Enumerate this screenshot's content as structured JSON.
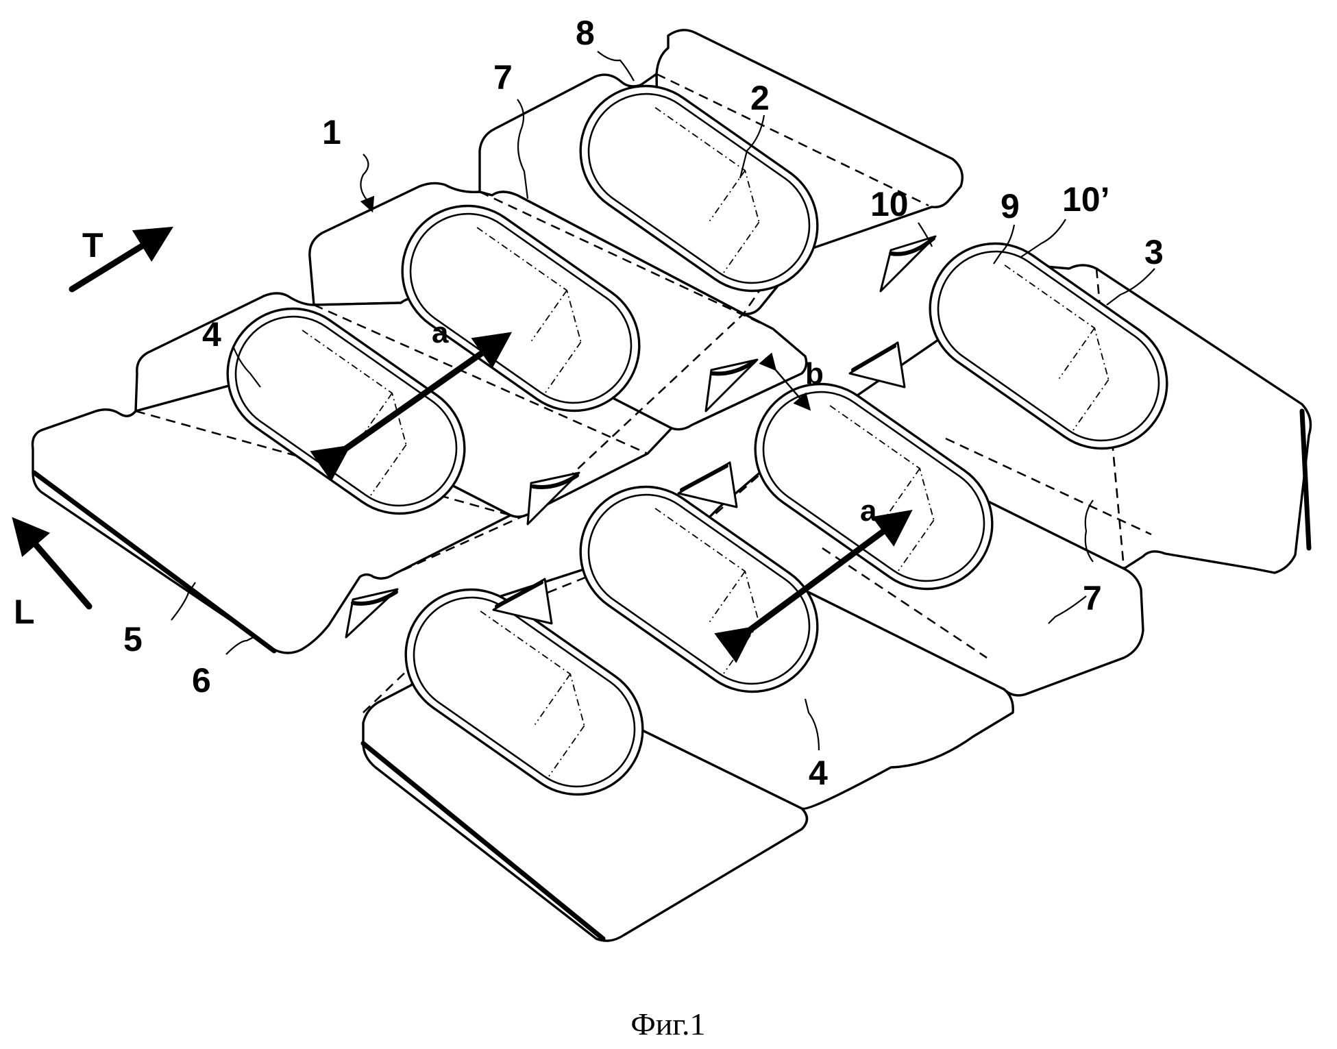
{
  "labels": {
    "ref_1": "1",
    "ref_2": "2",
    "ref_3": "3",
    "ref_4_left": "4",
    "ref_4_bottom": "4",
    "ref_5": "5",
    "ref_6": "6",
    "ref_7_top": "7",
    "ref_7_right": "7",
    "ref_8": "8",
    "ref_9": "9",
    "ref_10": "10",
    "ref_10_prime": "10’",
    "dim_a_left": "a",
    "dim_a_right": "a",
    "dim_b": "b",
    "dir_T": "T",
    "dir_L": "L"
  },
  "caption": "Фиг.1"
}
